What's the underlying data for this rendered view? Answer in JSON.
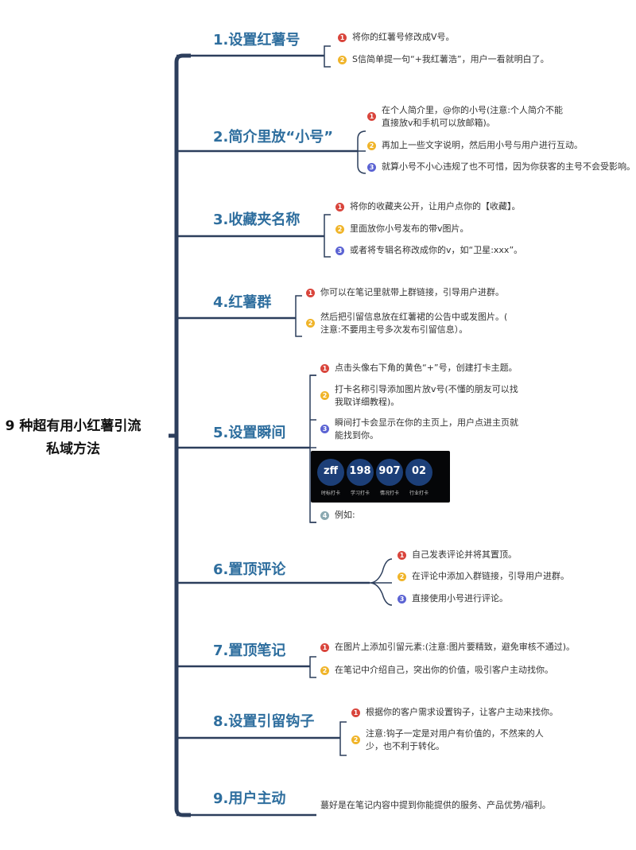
{
  "title": "9 种超有用小红薯引流私域方法",
  "colors": {
    "line": "#2c3e5c",
    "title": "#2e6e9e",
    "bullet1": "#d9453c",
    "bullet2": "#f0b429",
    "bullet3": "#5b63d3",
    "bullet4": "#8aa8b0"
  },
  "branches": [
    {
      "title": "1.设置红薯号",
      "items": [
        {
          "num": "1",
          "lines": [
            "将你的红薯号修改成V号。"
          ]
        },
        {
          "num": "2",
          "lines": [
            "S信简单提一句“+我红薯浩”，用户一看就明白了。"
          ]
        }
      ]
    },
    {
      "title": "2.简介里放“小号”",
      "items": [
        {
          "num": "1",
          "lines": [
            "在个人简介里，@你的小号(注意:个人简介不能",
            "直接放v和手机可以放邮箱)。"
          ]
        },
        {
          "num": "2",
          "lines": [
            "再加上一些文字说明，然后用小号与用户进行互动。"
          ]
        },
        {
          "num": "3",
          "lines": [
            "就算小号不小心违规了也不可惜，因为你获客的主号不会受影响。"
          ]
        }
      ]
    },
    {
      "title": "3.收藏夹名称",
      "items": [
        {
          "num": "1",
          "lines": [
            "将你的收藏夹公开，让用户点你的【收藏】。"
          ]
        },
        {
          "num": "2",
          "lines": [
            "里面放你小号发布的带v图片。"
          ]
        },
        {
          "num": "3",
          "lines": [
            "或者将专辑名称改成你的v，如“卫星:xxx”。"
          ]
        }
      ]
    },
    {
      "title": "4.红薯群",
      "items": [
        {
          "num": "1",
          "lines": [
            "你可以在笔记里就带上群链接，引导用户进群。"
          ]
        },
        {
          "num": "2",
          "lines": [
            "然后把引留信息放在红薯裙的公告中或发图片。(",
            "注意:不要用主号多次发布引留信息）。"
          ]
        }
      ]
    },
    {
      "title": "5.设置瞬间",
      "items": [
        {
          "num": "1",
          "lines": [
            "点击头像右下角的黄色“+”号，创建打卡主题。"
          ]
        },
        {
          "num": "2",
          "lines": [
            "打卡名称引导添加图片放v号(不懂的朋友可以找",
            "我取详细教程)。"
          ]
        },
        {
          "num": "3",
          "lines": [
            "瞬间打卡会显示在你的主页上，用户点进主页就",
            "能找到你。"
          ]
        },
        {
          "num": "4",
          "lines": [
            "例如:"
          ]
        }
      ],
      "example": [
        {
          "value": "zff",
          "label": "时标打卡"
        },
        {
          "value": "198",
          "label": "学习打卡"
        },
        {
          "value": "907",
          "label": "情况打卡"
        },
        {
          "value": "02",
          "label": "行业打卡"
        }
      ]
    },
    {
      "title": "6.置顶评论",
      "items": [
        {
          "num": "1",
          "lines": [
            "自己发表评论并将其置顶。"
          ]
        },
        {
          "num": "2",
          "lines": [
            "在评论中添加入群链接，引导用户进群。"
          ]
        },
        {
          "num": "3",
          "lines": [
            "直接使用小号进行评论。"
          ]
        }
      ]
    },
    {
      "title": "7.置顶笔记",
      "items": [
        {
          "num": "1",
          "lines": [
            "在图片上添加引留元素:(注意:图片要精致，避免审核不通过)。"
          ]
        },
        {
          "num": "2",
          "lines": [
            "在笔记中介绍自己，突出你的价值，吸引客户主动找你。"
          ]
        }
      ]
    },
    {
      "title": "8.设置引留钩子",
      "items": [
        {
          "num": "1",
          "lines": [
            "根据你的客户需求设置钩子，让客户主动来找你。"
          ]
        },
        {
          "num": "2",
          "lines": [
            "注意:钩子一定是对用户有价值的，不然来的人",
            "少，也不利于转化。"
          ]
        }
      ]
    },
    {
      "title": "9.用户主动",
      "items": [
        {
          "num": "",
          "lines": [
            "蕞好是在笔记内容中提到你能提供的服务、产品优势/福利。"
          ]
        }
      ]
    }
  ]
}
